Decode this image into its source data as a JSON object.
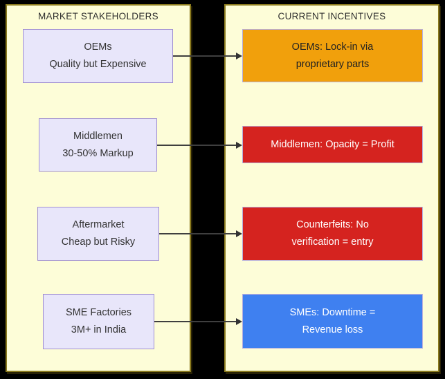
{
  "diagram": {
    "left_panel": {
      "title": "MARKET STAKEHOLDERS",
      "boxes": [
        {
          "lines": [
            "OEMs",
            "Quality but Expensive"
          ]
        },
        {
          "lines": [
            "Middlemen",
            "30-50% Markup"
          ]
        },
        {
          "lines": [
            "Aftermarket",
            "Cheap but Risky"
          ]
        },
        {
          "lines": [
            "SME Factories",
            "3M+ in India"
          ]
        }
      ]
    },
    "right_panel": {
      "title": "CURRENT INCENTIVES",
      "boxes": [
        {
          "lines": [
            "OEMs: Lock-in via",
            "proprietary parts"
          ],
          "bg": "#F1A00C",
          "text_color": "#222222"
        },
        {
          "lines": [
            "Middlemen: Opacity = Profit"
          ],
          "bg": "#D5231F",
          "text_color": "#FFFFFF"
        },
        {
          "lines": [
            "Counterfeits: No",
            "verification = entry"
          ],
          "bg": "#D5231F",
          "text_color": "#FFFFFF"
        },
        {
          "lines": [
            "SMEs: Downtime =",
            "Revenue loss"
          ],
          "bg": "#3F80F0",
          "text_color": "#FFFFFF"
        }
      ]
    },
    "colors": {
      "canvas_bg": "#000000",
      "panel_bg": "#FDFDD8",
      "panel_border": "#8A7A1E",
      "stakeholder_box_bg": "#E8E6FA",
      "stakeholder_box_border": "#A08FD1",
      "incentive_box_border": "#B7AEDC",
      "arrow": "#3F3F3F"
    }
  }
}
